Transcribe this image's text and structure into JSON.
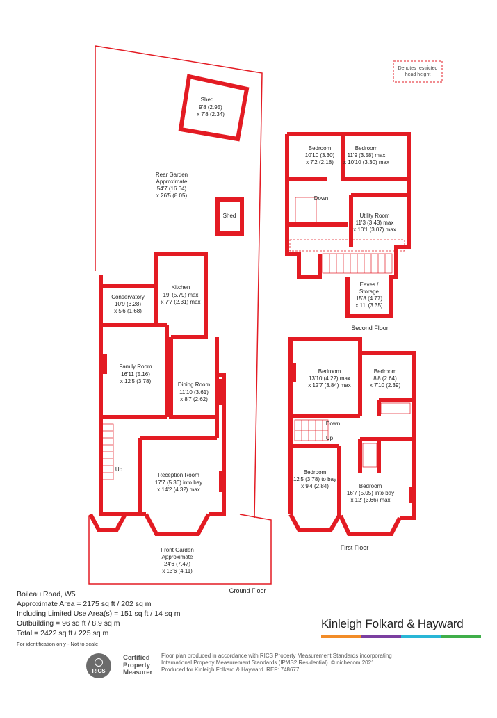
{
  "legend": {
    "text": "Denotes restricted head height"
  },
  "ground_floor": {
    "title": "Ground Floor",
    "rear_garden": {
      "name": "Rear Garden",
      "line2": "Approximate",
      "dims1": "54'7 (16.64)",
      "dims2": "x 26'5 (8.05)"
    },
    "shed_large": {
      "name": "Shed",
      "dims1": "9'8 (2.95)",
      "dims2": "x 7'8 (2.34)"
    },
    "shed_small": {
      "name": "Shed"
    },
    "conservatory": {
      "name": "Conservatory",
      "dims1": "10'9 (3.28)",
      "dims2": "x 5'6 (1.68)"
    },
    "kitchen": {
      "name": "Kitchen",
      "dims1": "19' (5.79) max",
      "dims2": "x 7'7 (2.31) max"
    },
    "family_room": {
      "name": "Family Room",
      "dims1": "16'11 (5.16)",
      "dims2": "x 12'5 (3.78)"
    },
    "dining_room": {
      "name": "Dining Room",
      "dims1": "11'10 (3.61)",
      "dims2": "x 8'7 (2.62)"
    },
    "reception_room": {
      "name": "Reception Room",
      "dims1": "17'7 (5.36) into bay",
      "dims2": "x 14'2 (4.32) max"
    },
    "front_garden": {
      "name": "Front Garden",
      "line2": "Approximate",
      "dims1": "24'6 (7.47)",
      "dims2": "x 13'6 (4.11)"
    },
    "stairs_label": "Up"
  },
  "second_floor": {
    "title": "Second Floor",
    "bedroom_a": {
      "name": "Bedroom",
      "dims1": "10'10 (3.30)",
      "dims2": "x 7'2 (2.18)"
    },
    "bedroom_b": {
      "name": "Bedroom",
      "dims1": "11'9 (3.58) max",
      "dims2": "x 10'10 (3.30) max"
    },
    "utility": {
      "name": "Utility Room",
      "dims1": "11'3 (3.43) max",
      "dims2": "x 10'1 (3.07) max"
    },
    "eaves": {
      "name": "Eaves /",
      "line2": "Storage",
      "dims1": "15'8 (4.77)",
      "dims2": "x 11' (3.35)"
    },
    "stairs_label": "Down"
  },
  "first_floor": {
    "title": "First Floor",
    "bedroom_1": {
      "name": "Bedroom",
      "dims1": "13'10 (4.22) max",
      "dims2": "x 12'7 (3.84) max"
    },
    "bedroom_2": {
      "name": "Bedroom",
      "dims1": "8'8 (2.64)",
      "dims2": "x 7'10 (2.39)"
    },
    "bedroom_3": {
      "name": "Bedroom",
      "dims1": "12'5 (3.78) to bay",
      "dims2": "x 9'4 (2.84)"
    },
    "bedroom_4": {
      "name": "Bedroom",
      "dims1": "16'7 (5.05) into bay",
      "dims2": "x 12' (3.66) max"
    },
    "stairs_down": "Down",
    "stairs_up": "Up"
  },
  "info": {
    "address": "Boileau Road, W5",
    "area": "Approximate Area = 2175 sq ft / 202 sq m",
    "limited": "Including Limited Use Area(s) = 151 sq ft / 14 sq m",
    "outbuilding": "Outbuilding = 96 sq ft / 8.9 sq m",
    "total": "Total = 2422 sq ft / 225 sq m",
    "note": "For identification only - Not to scale"
  },
  "brand": {
    "name": "Kinleigh Folkard & Hayward",
    "colors": [
      "#f28c28",
      "#7b3fa0",
      "#29b6d6",
      "#3fae49"
    ]
  },
  "rics": {
    "badge": "RICS",
    "text": "Certified\nProperty\nMeasurer"
  },
  "disclaimer": "Floor plan produced in accordance with RICS Property Measurement Standards incorporating\nInternational Property Measurement Standards (IPMS2 Residential). © nichecom 2021.\nProduced for Kinleigh Folkard & Hayward.   REF: 748677",
  "colors": {
    "wall": "#e31b23",
    "wall_fill": "#e31b23",
    "label": "#222222"
  }
}
